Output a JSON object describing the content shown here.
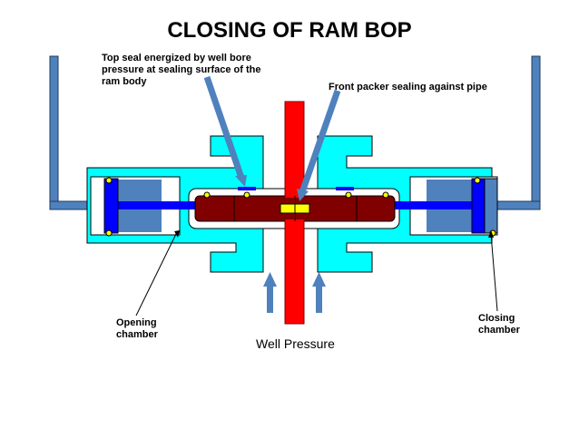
{
  "title": "CLOSING OF RAM BOP",
  "labels": {
    "top_seal": "Top seal energized by well bore pressure at sealing surface of the ram body",
    "front_packer": "Front packer sealing against pipe",
    "opening_chamber": "Opening chamber",
    "closing_chamber": "Closing chamber",
    "well_pressure": "Well Pressure"
  },
  "colors": {
    "body": "#00ffff",
    "hydraulic_pipe": "#4f81bd",
    "piston": "#0000ff",
    "ram": "#800000",
    "well_pipe": "#ff0000",
    "packer": "#ffff00",
    "cylinder_fluid": "#4f81bd",
    "arrow": "#4f81bd"
  }
}
